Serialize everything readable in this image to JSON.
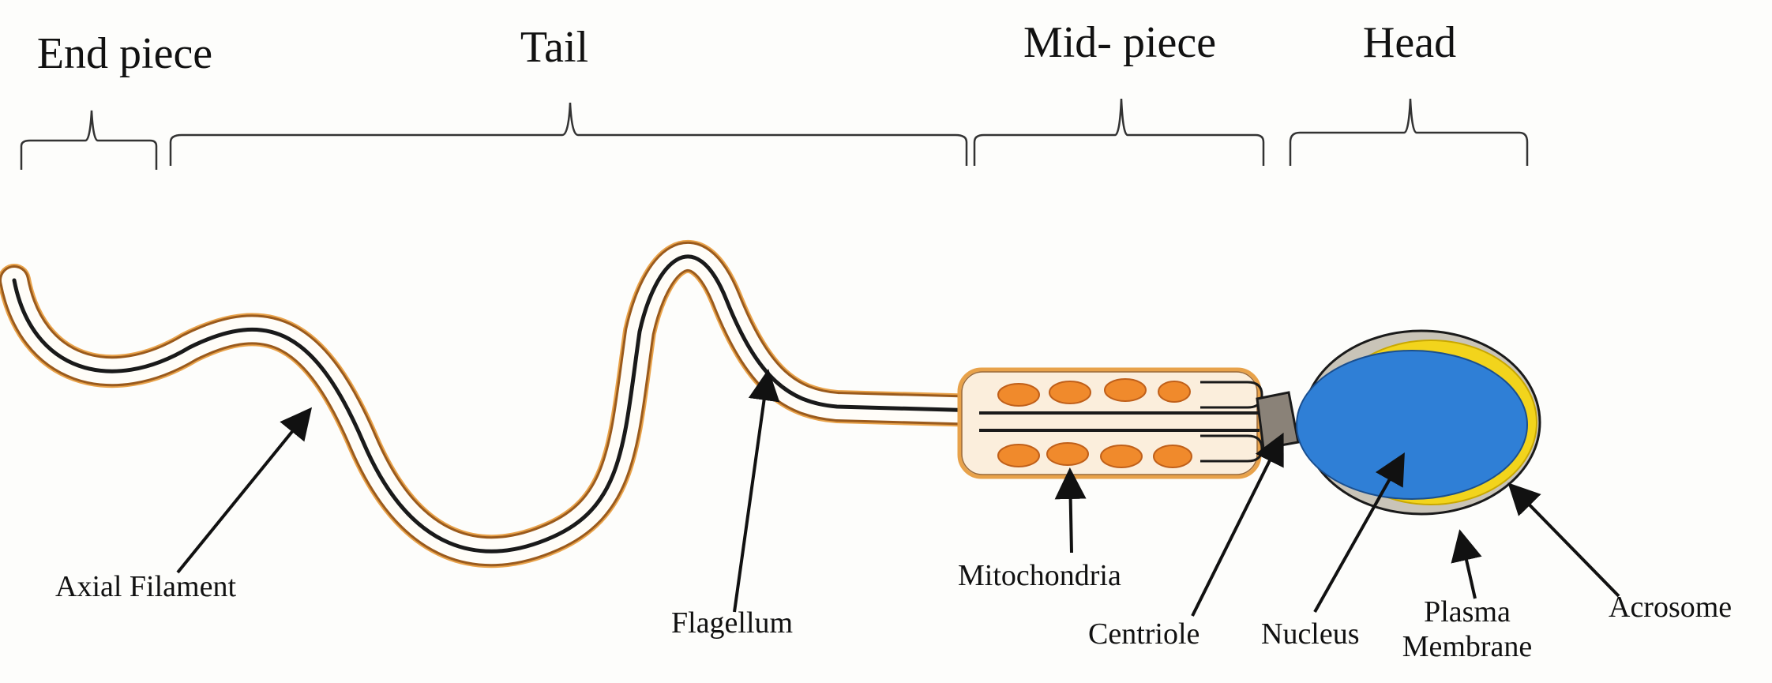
{
  "regions": {
    "end_piece": "End piece",
    "tail": "Tail",
    "mid_piece": "Mid- piece",
    "head": "Head"
  },
  "parts": {
    "axial_filament": "Axial Filament",
    "flagellum": "Flagellum",
    "mitochondria": "Mitochondria",
    "centriole": "Centriole",
    "nucleus": "Nucleus",
    "plasma_membrane_line1": "Plasma",
    "plasma_membrane_line2": "Membrane",
    "acrosome": "Acrosome"
  },
  "colors": {
    "nucleus": "#2f7fd6",
    "acrosome": "#f2d41c",
    "mitochondria": "#f08a2c",
    "sheath": "#e8a24a",
    "outline": "#1a1a1a",
    "centriole": "#8a8278"
  }
}
